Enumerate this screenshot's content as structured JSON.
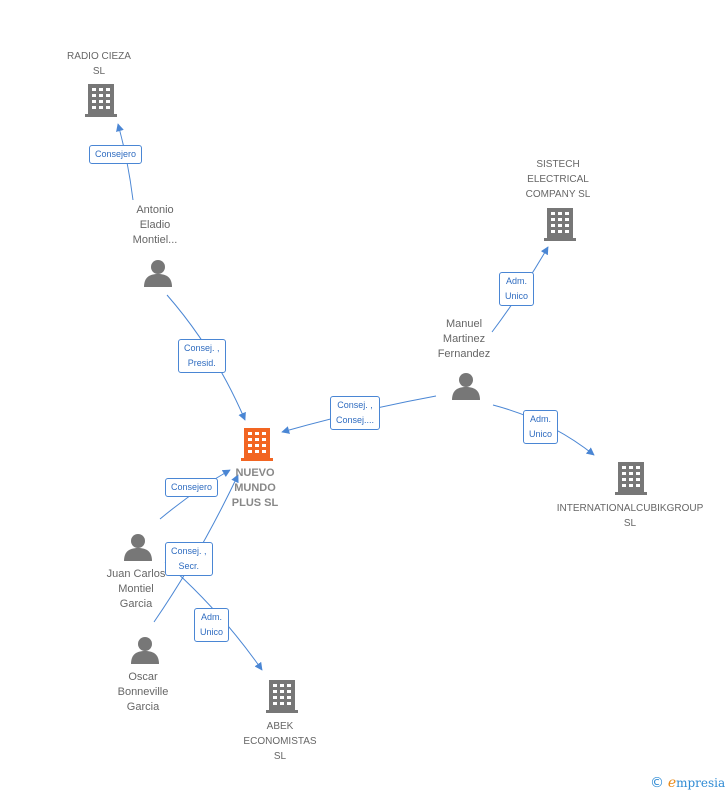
{
  "colors": {
    "edge": "#4a86d4",
    "node": "#777777",
    "focus": "#f26522"
  },
  "nodes": {
    "radio_cieza": {
      "label": "RADIO CIEZA\nSL",
      "icon": "building-icon"
    },
    "sistech": {
      "label": "SISTECH\nELECTRICAL\nCOMPANY  SL",
      "icon": "building-icon"
    },
    "antonio": {
      "label": "Antonio\nEladio\nMontiel...",
      "icon": "person-icon"
    },
    "manuel": {
      "label": "Manuel\nMartinez\nFernandez",
      "icon": "person-icon"
    },
    "nuevo_mundo": {
      "label": "NUEVO\nMUNDO\nPLUS  SL",
      "icon": "building-icon"
    },
    "international": {
      "label": "INTERNATIONALCUBIKGROUP\nSL",
      "icon": "building-icon"
    },
    "juan_carlos": {
      "label": "Juan Carlos\nMontiel\nGarcia",
      "icon": "person-icon"
    },
    "oscar": {
      "label": "Oscar\nBonneville\nGarcia",
      "icon": "person-icon"
    },
    "abek": {
      "label": "ABEK\nECONOMISTAS\nSL",
      "icon": "building-icon"
    }
  },
  "edges": {
    "antonio_radio": "Consejero",
    "manuel_sistech": "Adm.\nUnico",
    "antonio_nuevo": "Consej. ,\nPresid.",
    "manuel_nuevo": "Consej. ,\nConsej....",
    "manuel_international": "Adm.\nUnico",
    "juan_nuevo": "Consejero",
    "oscar_nuevo": "Consej. ,\nSecr.",
    "juan_abek": "Adm.\nUnico"
  },
  "footer": {
    "copyright_symbol": "©",
    "brand_initial": "e",
    "brand_rest": "mpresia"
  }
}
